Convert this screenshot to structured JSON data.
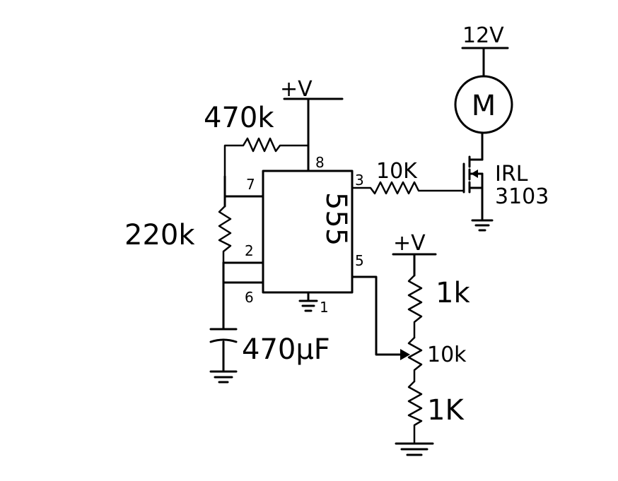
{
  "supplies": {
    "motor_supply": "12V",
    "timer_supply": "+V",
    "pot_supply": "+V"
  },
  "ic": {
    "part_label": "555",
    "pins": {
      "p8": "8",
      "p7": "7",
      "p2": "2",
      "p6": "6",
      "p3": "3",
      "p5": "5",
      "p1": "1"
    }
  },
  "components": {
    "r_top": "470k",
    "r_timing": "220k",
    "cap": "470µF",
    "r_gate": "10K",
    "mosfet_line1": "IRL",
    "mosfet_line2": "3103",
    "motor": "M",
    "r_pot_top": "1k",
    "pot": "10k",
    "r_pot_bottom": "1K"
  },
  "colors": {
    "ink": "#000000",
    "background": "#ffffff"
  }
}
